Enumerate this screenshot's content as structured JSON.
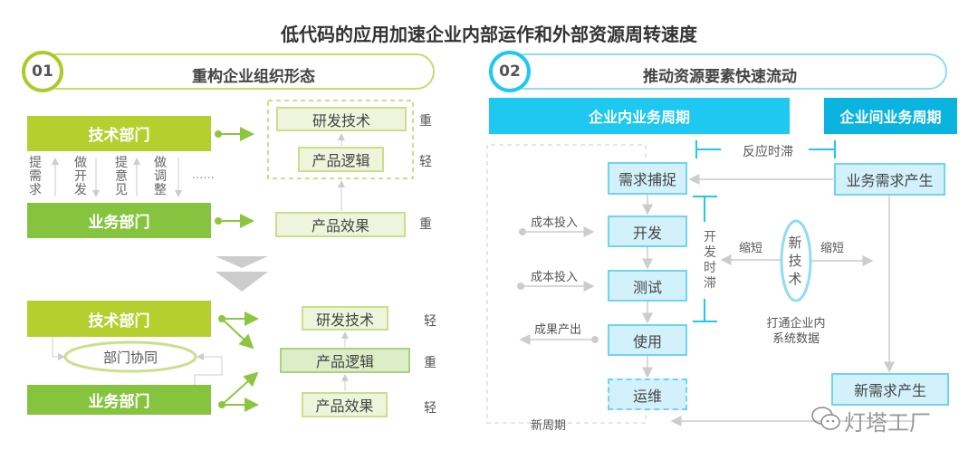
{
  "title": "低代码的应用加速企业内部运作和外部资源周转速度",
  "section1": {
    "number": "01",
    "heading": "重构企业组织形态",
    "before": {
      "tech_dept": "技术部门",
      "biz_dept": "业务部门",
      "interactions": [
        "提需求",
        "做开发",
        "提意见",
        "做调整"
      ],
      "ellipsis": "......",
      "stack": [
        {
          "label": "研发技术",
          "weight": "重"
        },
        {
          "label": "产品逻辑",
          "weight": "轻"
        },
        {
          "label": "产品效果",
          "weight": "重"
        }
      ]
    },
    "after": {
      "tech_dept": "技术部门",
      "biz_dept": "业务部门",
      "collab": "部门协同",
      "stack": [
        {
          "label": "研发技术",
          "weight": "轻"
        },
        {
          "label": "产品逻辑",
          "weight": "重"
        },
        {
          "label": "产品效果",
          "weight": "轻"
        }
      ]
    },
    "color_light": "#b5cf2f",
    "color_dark": "#86c440"
  },
  "section2": {
    "number": "02",
    "heading": "推动资源要素快速流动",
    "internal_header": "企业内业务周期",
    "external_header": "企业间业务周期",
    "reaction_lag": "反应时滞",
    "steps": [
      "需求捕捉",
      "开发",
      "测试",
      "使用",
      "运维"
    ],
    "dev_lag": "开发时滞",
    "cost_in": "成本投入",
    "output": "成果产出",
    "new_cycle": "新周期",
    "biz_demand": "业务需求产生",
    "new_demand": "新需求产生",
    "new_tech": "新技术",
    "shorten": "缩短",
    "connect_data": [
      "打通企业内",
      "系统数据"
    ],
    "color_light": "#1ec8f0",
    "color_dark": "#0bb3df"
  },
  "watermark": "灯塔工厂"
}
